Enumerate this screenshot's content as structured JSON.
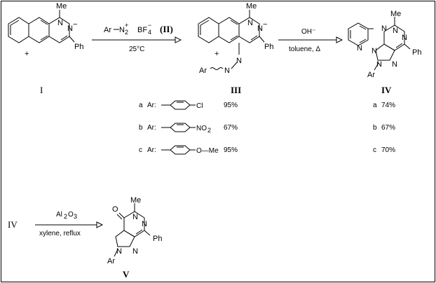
{
  "scheme": {
    "compound_labels": {
      "I": "I",
      "III": "III",
      "IV": "IV",
      "IV_reagent": "IV",
      "V": "V"
    },
    "step1": {
      "reagent_ar": "Ar",
      "reagent_n2": "N",
      "reagent_n2_sub": "2",
      "reagent_n2_sup": "+",
      "reagent_bf": "BF",
      "reagent_bf_sub": "4",
      "reagent_bf_sup": "−",
      "reagent_label": "(II)",
      "condition": "25°C"
    },
    "step2": {
      "reagent": "OH⁻",
      "condition": "toluene, Δ"
    },
    "step3": {
      "reagent_al": "Al",
      "reagent_sub1": "2",
      "reagent_o": "O",
      "reagent_sub2": "3",
      "condition": "xylene, reflux"
    },
    "atoms": {
      "me": "Me",
      "ph": "Ph",
      "n": "N",
      "plus": "+",
      "minus": "−",
      "ar": "Ar",
      "o": "O"
    },
    "substituents": [
      {
        "letter": "a",
        "ar_label": "Ar:",
        "group": "Cl",
        "group_sub": "",
        "yield_iii": "95%",
        "iv_letter": "a",
        "yield_iv": "74%"
      },
      {
        "letter": "b",
        "ar_label": "Ar:",
        "group": "NO",
        "group_sub": "2",
        "yield_iii": "67%",
        "iv_letter": "b",
        "yield_iv": "67%"
      },
      {
        "letter": "c",
        "ar_label": "Ar:",
        "group": "O—Me",
        "group_sub": "",
        "yield_iii": "95%",
        "iv_letter": "c",
        "yield_iv": "70%"
      }
    ]
  }
}
